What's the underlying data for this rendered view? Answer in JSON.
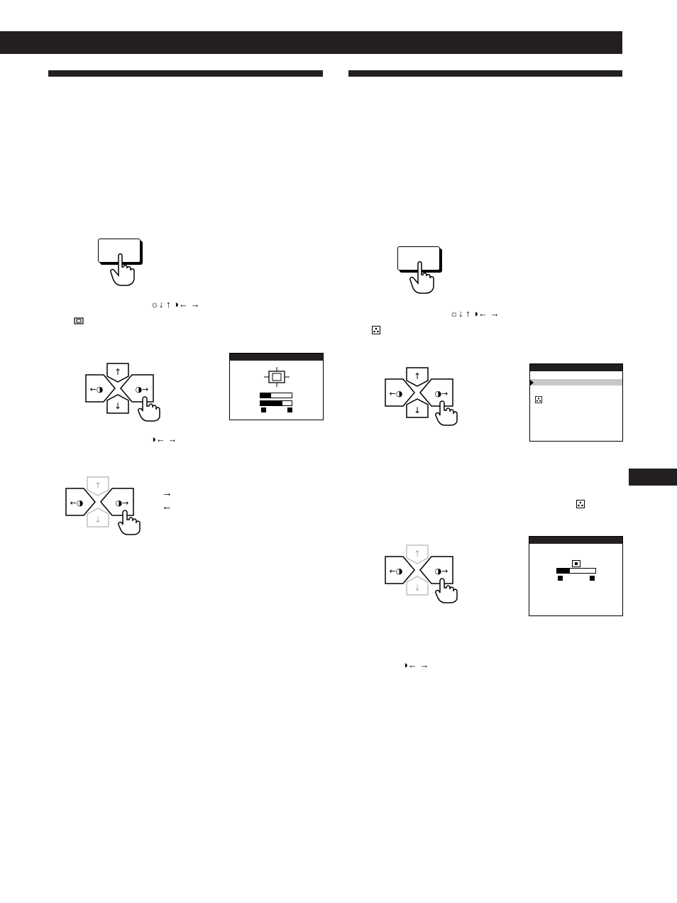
{
  "left_panel": {
    "symbols_row1": "☼↓ ↑ ◑← →",
    "symbols_row2": "◑← →",
    "arrow_right": "→",
    "arrow_left": "←"
  },
  "right_panel": {
    "symbols_row1": "☼↓ ↑ ◑← →",
    "symbols_row2": "◑← →"
  },
  "osd_left": {
    "meter1_fraction": 0.35,
    "meter2_fraction": 0.7
  },
  "osd_right_bottom": {
    "meter_fraction": 0.33
  },
  "colors": {
    "ink": "#231f20",
    "highlight": "#c8c8c8",
    "disabled_gray": "#b0b0b0"
  }
}
